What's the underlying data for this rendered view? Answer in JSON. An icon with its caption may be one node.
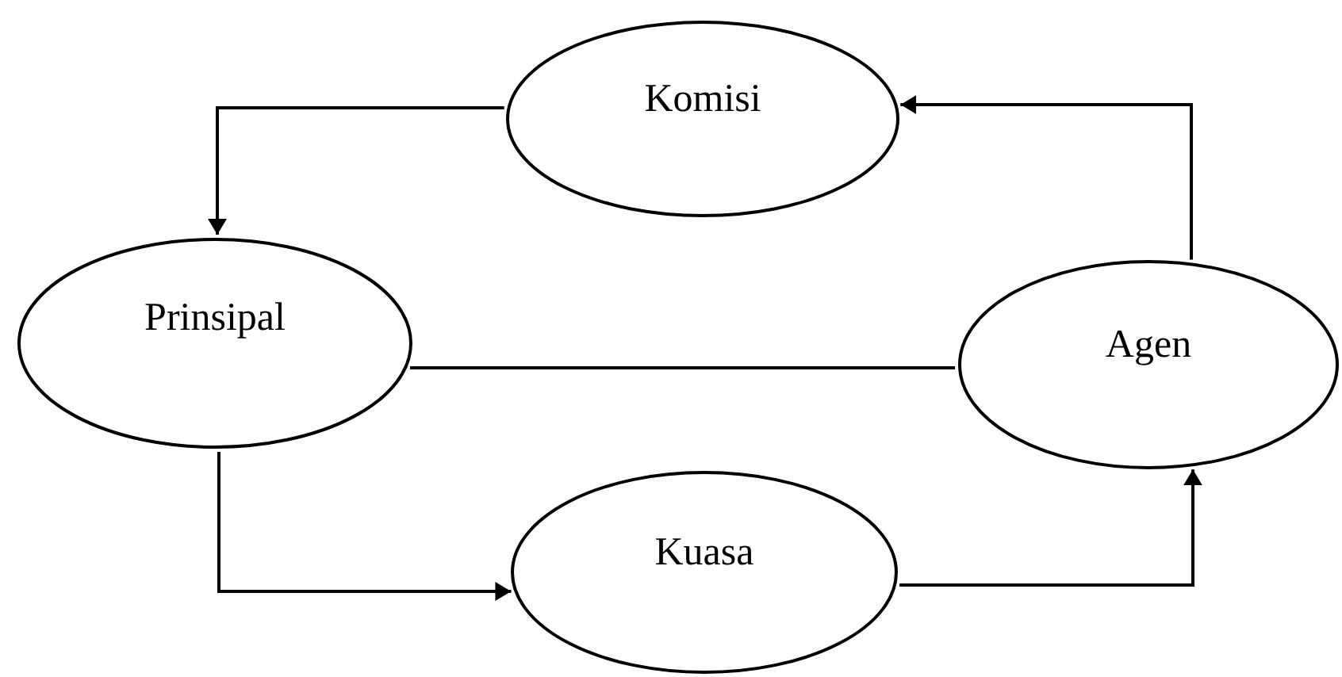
{
  "diagram": {
    "nodes": [
      {
        "text": [
          "Komisi"
        ]
      },
      {
        "text": [
          "Prinsipal"
        ]
      },
      {
        "text": [
          "Agen"
        ]
      },
      {
        "text": [
          "Kuasa"
        ]
      }
    ],
    "edges": [
      {
        "from": 0,
        "to": 1,
        "arrow": "to"
      },
      {
        "from": 2,
        "to": 0,
        "arrow": "to"
      },
      {
        "from": 1,
        "to": 2,
        "arrow": "none"
      },
      {
        "from": 1,
        "to": 3,
        "arrow": "to"
      },
      {
        "from": 3,
        "to": 2,
        "arrow": "to"
      }
    ]
  }
}
